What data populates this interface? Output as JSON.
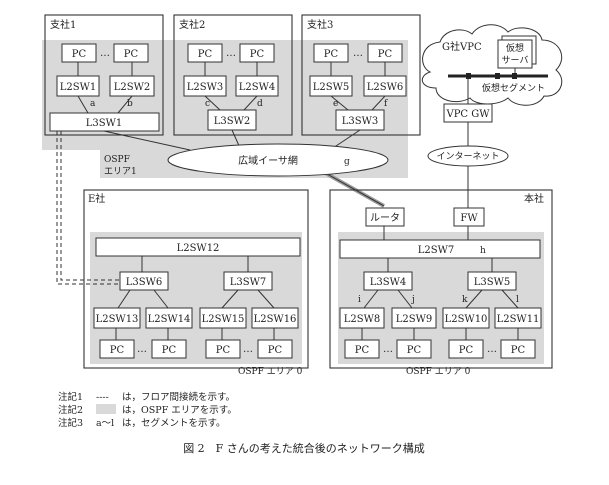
{
  "branches": {
    "b1": "支社1",
    "b2": "支社2",
    "b3": "支社3",
    "e": "E社",
    "hq": "本社"
  },
  "devices": {
    "pc": "PC",
    "dots": "…",
    "l2sw1": "L2SW1",
    "l2sw2": "L2SW2",
    "l3sw1": "L3SW1",
    "l2sw3": "L2SW3",
    "l2sw4": "L2SW4",
    "l3sw2": "L3SW2",
    "l2sw5": "L2SW5",
    "l2sw6": "L2SW6",
    "l3sw3": "L3SW3",
    "l2sw12": "L2SW12",
    "l3sw6": "L3SW6",
    "l3sw7": "L3SW7",
    "l2sw13": "L2SW13",
    "l2sw14": "L2SW14",
    "l2sw15": "L2SW15",
    "l2sw16": "L2SW16",
    "router": "ルータ",
    "fw": "FW",
    "l2sw7": "L2SW7",
    "l3sw4": "L3SW4",
    "l3sw5": "L3SW5",
    "l2sw8": "L2SW8",
    "l2sw9": "L2SW9",
    "l2sw10": "L2SW10",
    "l2sw11": "L2SW11",
    "wan": "広域イーサ網",
    "internet": "インターネット",
    "vpcgw": "VPC GW"
  },
  "segments": {
    "a": "a",
    "b": "b",
    "c": "c",
    "d": "d",
    "e": "e",
    "f": "f",
    "g": "g",
    "h": "h",
    "i": "i",
    "j": "j",
    "k": "k",
    "l": "l"
  },
  "cloud": {
    "title": "G社VPC",
    "vserver_line1": "仮想",
    "vserver_line2": "サーバ",
    "vsegment": "仮想セグメント"
  },
  "areas": {
    "ospf1_line1": "OSPF",
    "ospf1_line2": "エリア1",
    "ospf0_e": "OSPF エリア 0",
    "ospf0_hq": "OSPF エリア 0"
  },
  "notes": [
    {
      "id": "注記1",
      "legend": "----",
      "text": "は，フロア間接続を示す。"
    },
    {
      "id": "注記2",
      "legend": "",
      "text": "は，OSPF エリアを示す。"
    },
    {
      "id": "注記3",
      "legend": "a〜l",
      "text": "は，セグメントを示す。"
    }
  ],
  "caption": "図 2　F さんの考えた統合後のネットワーク構成",
  "colors": {
    "ospf_area": "#d9d9d9",
    "line": "#333333"
  }
}
